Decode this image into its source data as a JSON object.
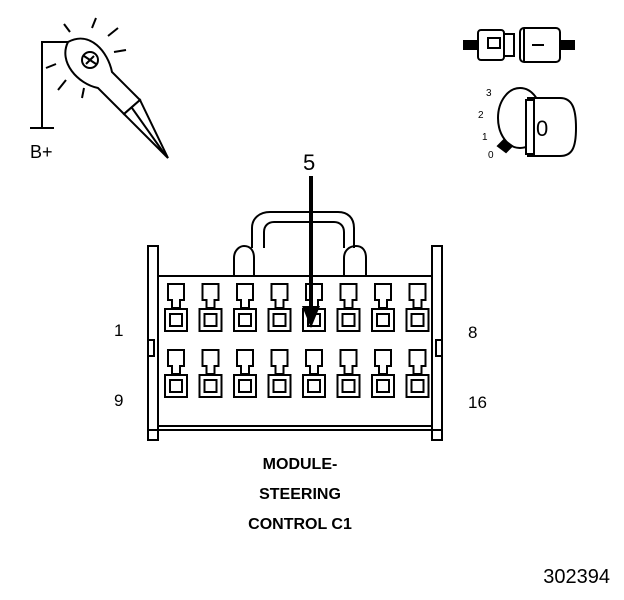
{
  "test_light": {
    "supply_label": "B+"
  },
  "ignition": {
    "positions": [
      "3",
      "2",
      "1",
      "0"
    ],
    "key_label": "0"
  },
  "connector": {
    "title_lines": [
      "MODULE-",
      "STEERING",
      "CONTROL C1"
    ],
    "pin_labels": {
      "top_left": "1",
      "top_right": "8",
      "bottom_left": "9",
      "bottom_right": "16"
    },
    "pins_per_row": 8,
    "rows": 2,
    "callout": "5",
    "callout_pin": 5
  },
  "figure_number": "302394"
}
